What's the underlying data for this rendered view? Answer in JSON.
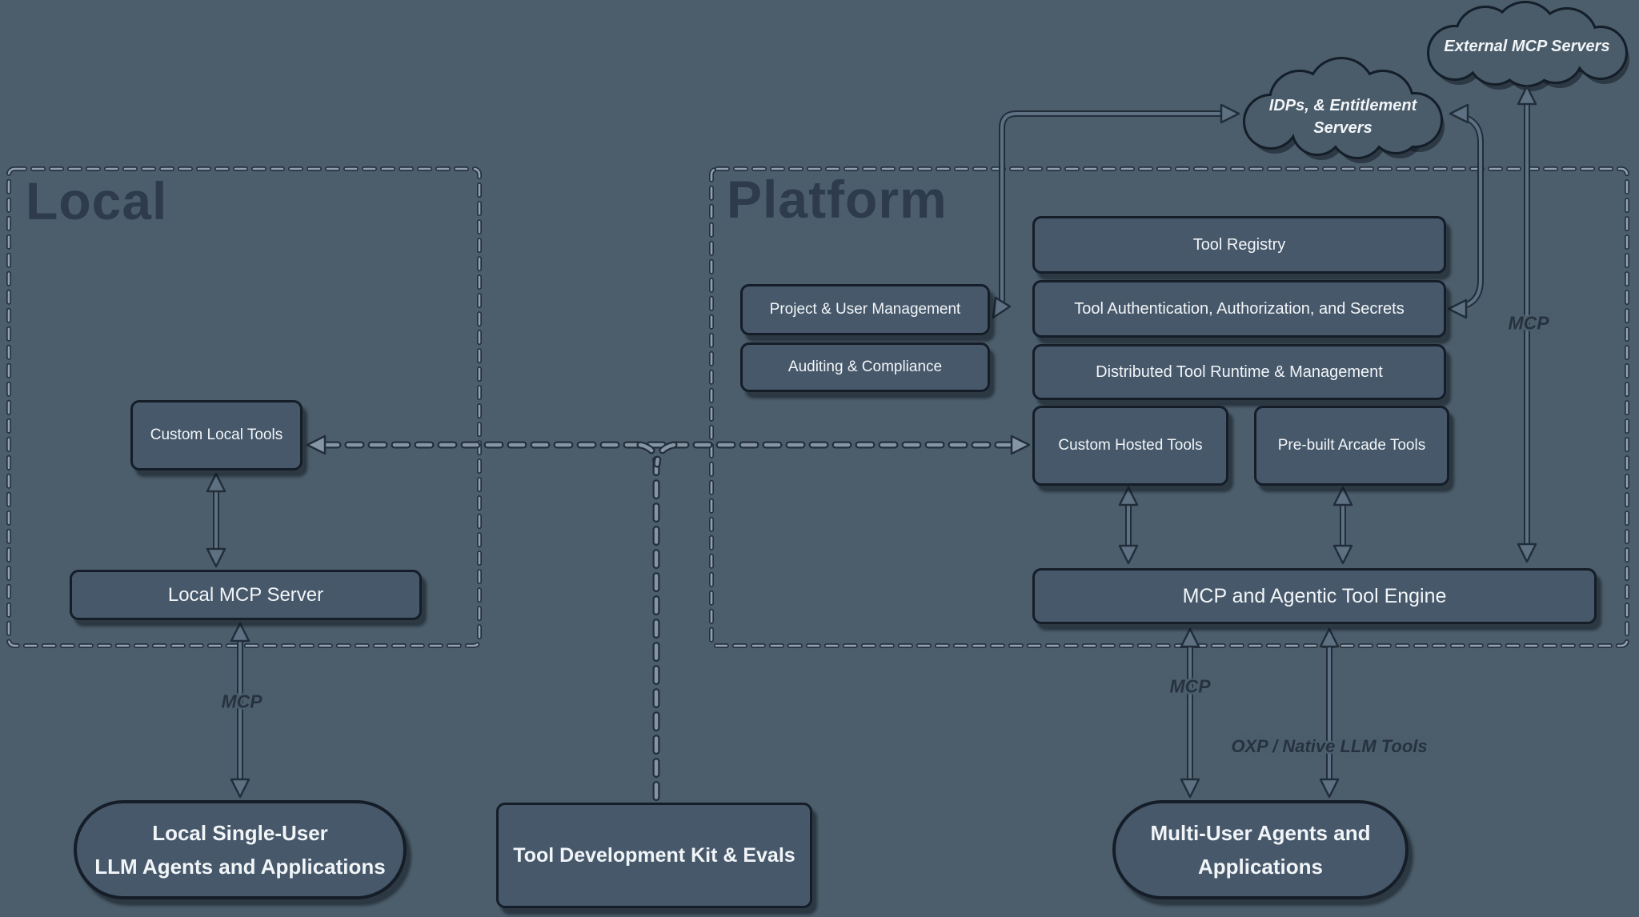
{
  "palette": {
    "background": "#4c5e6b",
    "node_fill": "#47586a",
    "node_border": "#141d28",
    "node_text": "#f1f5f8",
    "zone_title_text": "#2d3b4c",
    "arrow_stroke": "#5e7183",
    "arrow_outline": "#222d3a",
    "dashed_stroke": "#8595a4",
    "zone_border_dash": "#92a1af"
  },
  "zones": {
    "local": {
      "title": "Local"
    },
    "platform": {
      "title": "Platform"
    }
  },
  "clouds": {
    "external_mcp": {
      "label": "External MCP Servers"
    },
    "idps": {
      "line1": "IDPs, & Entitlement",
      "line2": "Servers"
    }
  },
  "nodes": {
    "custom_local_tools": "Custom Local Tools",
    "local_mcp_server": "Local MCP Server",
    "local_agents_line1": "Local Single-User",
    "local_agents_line2": "LLM Agents and Applications",
    "tool_dev_kit": "Tool Development Kit & Evals",
    "project_user_mgmt": "Project & User Management",
    "auditing_compliance": "Auditing & Compliance",
    "tool_registry": "Tool Registry",
    "tool_auth": "Tool Authentication, Authorization, and Secrets",
    "distributed_runtime": "Distributed Tool Runtime & Management",
    "custom_hosted_tools": "Custom Hosted Tools",
    "prebuilt_arcade_tools": "Pre-built Arcade Tools",
    "mcp_engine": "MCP and Agentic Tool Engine",
    "multi_user_line1": "Multi-User Agents and",
    "multi_user_line2": "Applications"
  },
  "edge_labels": {
    "mcp_local": "MCP",
    "mcp_engine": "MCP",
    "mcp_external": "MCP",
    "oxp": "OXP / Native LLM Tools"
  }
}
